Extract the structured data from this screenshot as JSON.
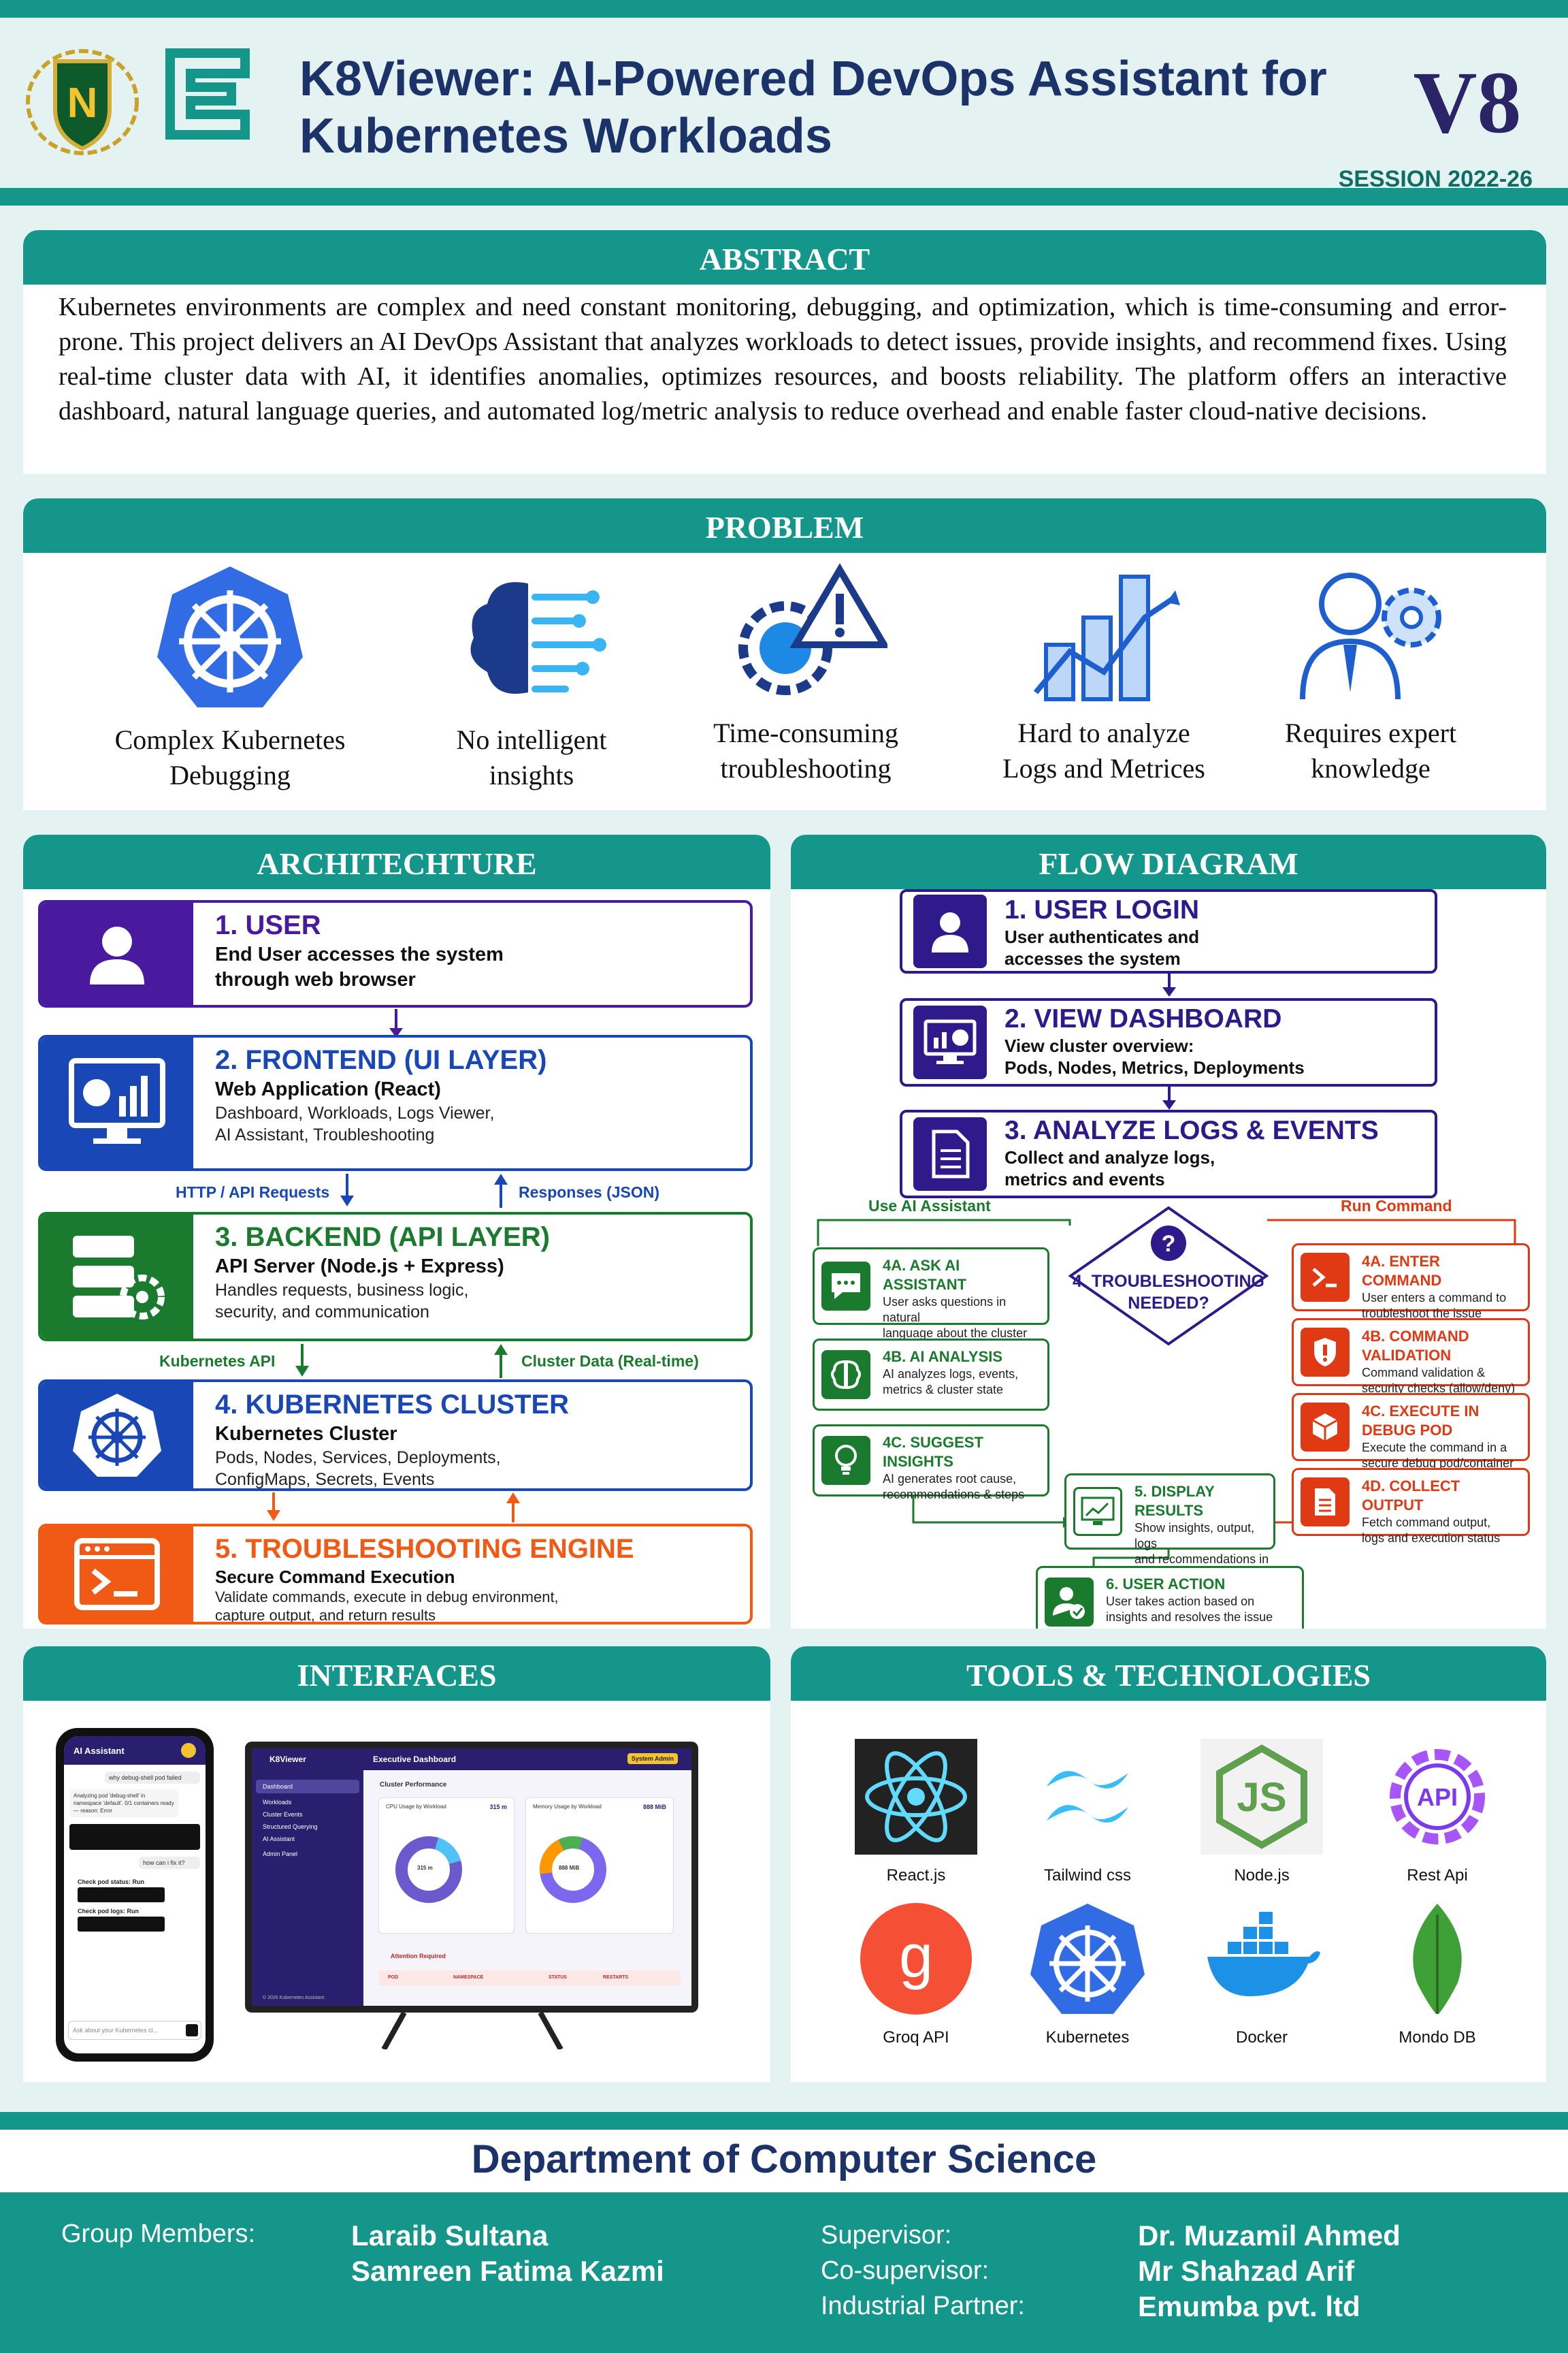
{
  "header": {
    "title_line1": "K8Viewer: AI-Powered DevOps Assistant for",
    "title_line2": "Kubernetes Workloads",
    "session": "SESSION 2022-26",
    "logo_left_letter": "N",
    "logo_right_text": "V8"
  },
  "abstract": {
    "heading": "ABSTRACT",
    "text": "Kubernetes environments are complex and need constant monitoring, debugging, and optimization, which is time-consuming and error-prone. This project delivers an AI DevOps Assistant that analyzes workloads to detect issues, provide insights, and recommend fixes. Using real-time cluster data with AI, it identifies anomalies, optimizes resources, and boosts reliability. The platform offers an interactive dashboard, natural language queries, and automated log/metric analysis to reduce overhead and enable faster cloud-native decisions."
  },
  "problem": {
    "heading": "PROBLEM",
    "items": [
      {
        "line1": "Complex Kubernetes",
        "line2": "Debugging",
        "icon": "kubernetes-icon"
      },
      {
        "line1": "No intelligent",
        "line2": "insights",
        "icon": "brain-icon"
      },
      {
        "line1": "Time-consuming",
        "line2": "troubleshooting",
        "icon": "gear-warning-icon"
      },
      {
        "line1": "Hard to analyze",
        "line2": "Logs and Metrices",
        "icon": "chart-icon"
      },
      {
        "line1": "Requires expert",
        "line2": "knowledge",
        "icon": "expert-icon"
      }
    ]
  },
  "architecture": {
    "heading": "ARCHITECHTURE",
    "boxes": [
      {
        "title": "1. USER",
        "sub": "End User accesses the system",
        "desc": "through web browser",
        "color": "#4a1a9e"
      },
      {
        "title": "2. FRONTEND (UI LAYER)",
        "sub": "Web Application (React)",
        "desc": "Dashboard, Workloads, Logs Viewer,",
        "desc2": "AI Assistant, Troubleshooting",
        "color": "#1947b5"
      },
      {
        "title": "3.  BACKEND (API LAYER)",
        "sub": "API Server (Node.js + Express)",
        "desc": "Handles requests, business logic,",
        "desc2": "security, and communication",
        "color": "#1a7a2e"
      },
      {
        "title": "4. KUBERNETES CLUSTER",
        "sub": "Kubernetes Cluster",
        "desc": "Pods, Nodes, Services, Deployments,",
        "desc2": "ConfigMaps, Secrets, Events",
        "color": "#1947b5"
      },
      {
        "title": "5. TROUBLESHOOTING ENGINE",
        "sub": "Secure Command Execution",
        "desc": "Validate commands, execute in debug environment,",
        "desc2": "capture output, and return results",
        "color": "#f05a14"
      }
    ],
    "connectors": {
      "http": "HTTP / API Requests",
      "responses": "Responses (JSON)",
      "k8s_api": "Kubernetes API",
      "cluster_data": "Cluster Data (Real-time)"
    }
  },
  "flow": {
    "heading": "FLOW DIAGRAM",
    "main": [
      {
        "title": "1. USER LOGIN",
        "desc": "User authenticates and",
        "desc2": "accesses the system"
      },
      {
        "title": "2. VIEW DASHBOARD",
        "desc": "View cluster overview:",
        "desc2": "Pods, Nodes, Metrics, Deployments"
      },
      {
        "title": "3. ANALYZE LOGS & EVENTS",
        "desc": "Collect and analyze logs,",
        "desc2": "metrics and events"
      }
    ],
    "decision": {
      "line1": "4. TROUBLESHOOTING",
      "line2": "NEEDED?",
      "mark": "?"
    },
    "left_label": "Use AI Assistant",
    "right_label": "Run Command",
    "left": [
      {
        "title": "4A. ASK AI ASSISTANT",
        "desc": "User asks questions in natural",
        "desc2": "language about the cluster"
      },
      {
        "title": "4B. AI ANALYSIS",
        "desc": "AI analyzes logs, events,",
        "desc2": "metrics & cluster state"
      },
      {
        "title": "4C. SUGGEST INSIGHTS",
        "desc": "AI generates root cause,",
        "desc2": "recommendations & steps"
      }
    ],
    "right": [
      {
        "title": "4A. ENTER COMMAND",
        "desc": "User enters a command to",
        "desc2": "troubleshoot the issue"
      },
      {
        "title": "4B. COMMAND VALIDATION",
        "desc": "Command validation &",
        "desc2": "security checks (allow/deny)"
      },
      {
        "title": "4C. EXECUTE IN DEBUG POD",
        "desc": "Execute the command in a",
        "desc2": "secure debug pod/container"
      },
      {
        "title": "4D. COLLECT OUTPUT",
        "desc": "Fetch command output,",
        "desc2": "logs and execution status"
      }
    ],
    "results": {
      "title": "5. DISPLAY RESULTS",
      "desc": "Show insights, output, logs",
      "desc2": "and recommendations in UI"
    },
    "action": {
      "title": "6. USER ACTION",
      "desc": "User takes action based on",
      "desc2": "insights and resolves the issue"
    }
  },
  "interfaces": {
    "heading": "INTERFACES",
    "phone": {
      "header": "AI Assistant",
      "msg1": "why debug-shell pod failed",
      "msg2": "Analyzing pod 'debug-shell' in namespace 'default'. 0/1 containers ready — reason: Error",
      "msg3": "how can i fix it?",
      "step1": "Check pod status: Run",
      "step2": "Check pod logs: Run",
      "input": "Ask about your Kubernetes cl..."
    },
    "monitor": {
      "brand": "K8Viewer",
      "title": "Executive Dashboard",
      "user": "System Admin",
      "nav": [
        "Dashboard",
        "Workloads",
        "Cluster Events",
        "Structured Querying",
        "AI Assistant",
        "Admin Panel"
      ],
      "section": "Cluster Performance",
      "cpu_title": "CPU Usage by Workload",
      "cpu_total": "315 m",
      "mem_title": "Memory Usage by Workload",
      "mem_total": "888 MiB",
      "attention": "Attention Required",
      "cols": [
        "POD",
        "NAMESPACE",
        "STATUS",
        "RESTARTS"
      ],
      "footer": "© 2026 Kubernetes Assistant"
    }
  },
  "tools": {
    "heading": "TOOLS & TECHNOLOGIES",
    "items": [
      "React.js",
      "Tailwind css",
      "Node.js",
      "Rest Api",
      "Groq API",
      "Kubernetes",
      "Docker",
      "Mondo DB"
    ]
  },
  "footer": {
    "department": "Department of Computer Science",
    "group_label": "Group Members:",
    "members": [
      "Laraib Sultana",
      "Samreen Fatima Kazmi"
    ],
    "supervisor_label": "Supervisor:",
    "supervisor": "Dr. Muzamil Ahmed",
    "cosupervisor_label": "Co-supervisor:",
    "cosupervisor": "Mr Shahzad Arif",
    "partner_label": "Industrial Partner:",
    "partner": "Emumba pvt. ltd"
  }
}
